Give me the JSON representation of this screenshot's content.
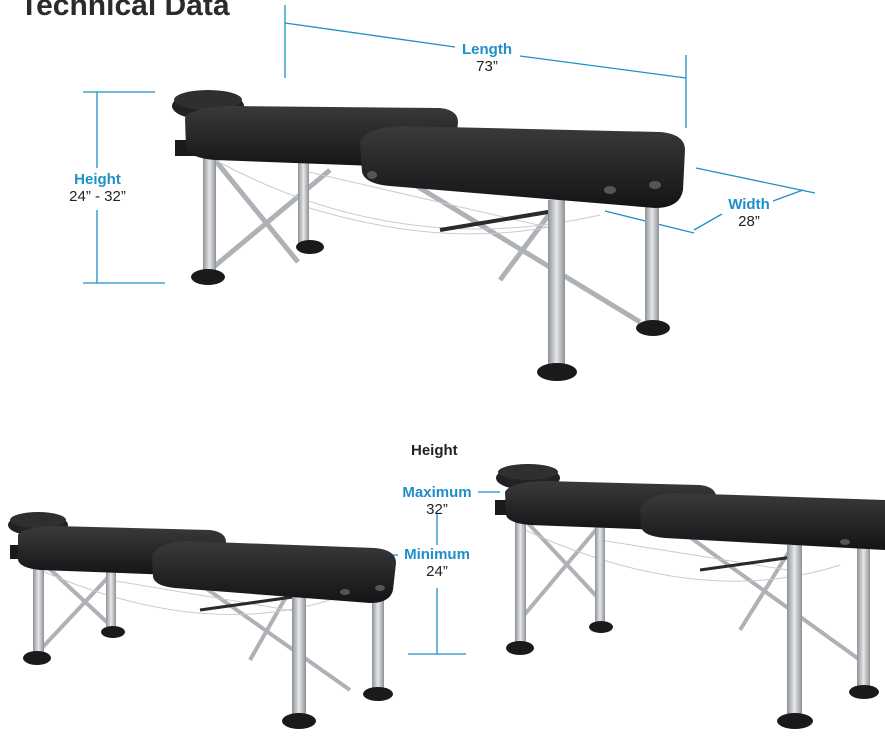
{
  "header": {
    "title": "Technical Data"
  },
  "top_dimensions": {
    "length": {
      "label": "Length",
      "value": "73”"
    },
    "height": {
      "label": "Height",
      "value": "24” - 32”"
    },
    "width": {
      "label": "Width",
      "value": "28”"
    }
  },
  "height_comparison": {
    "heading": "Height",
    "maximum": {
      "label": "Maximum",
      "value": "32”"
    },
    "minimum": {
      "label": "Minimum",
      "value": "24”"
    }
  },
  "colors": {
    "accent": "#1f8fc7",
    "pad": "#1c1c1e",
    "leg": "#b9bcc0"
  }
}
